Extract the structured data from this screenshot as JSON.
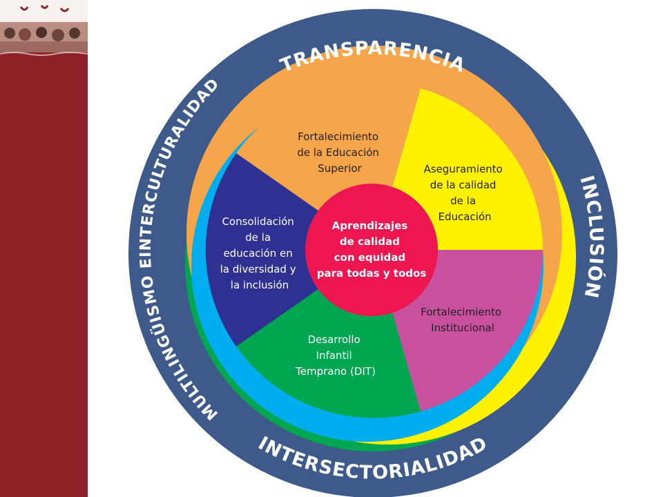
{
  "colors": {
    "sidebar": "#8e2127",
    "outer_ring": "#3e5a8b",
    "orange": "#f6a54a",
    "yellow": "#fff200",
    "cyan": "#00aeef",
    "green": "#00a650",
    "navy": "#2e3192",
    "magenta": "#c9509f",
    "core": "#ed1651"
  },
  "outer_ring": {
    "top": "TRANSPARENCIA",
    "right": "INCLUSIÓN",
    "bottom": "INTERSECTORIALIDAD",
    "left": "MULTILINGÜISMO EINTERCULTURALIDAD"
  },
  "segments": [
    {
      "id": "superior",
      "color": "orange",
      "lines": [
        "Fortalecimiento",
        "de la Educación",
        "Superior"
      ]
    },
    {
      "id": "calidad",
      "color": "yellow",
      "lines": [
        "Aseguramiento",
        "de la calidad",
        "de la",
        "Educación"
      ]
    },
    {
      "id": "institucional",
      "color": "magenta",
      "lines": [
        "Fortalecimiento",
        "Institucional"
      ]
    },
    {
      "id": "dit",
      "color": "green",
      "lines": [
        "Desarrollo",
        "Infantil",
        "Temprano (DIT)"
      ]
    },
    {
      "id": "diversidad",
      "color": "navy",
      "lines": [
        "Consolidación",
        "de la",
        "educación en",
        "la diversidad y",
        "la inclusión"
      ]
    }
  ],
  "core": {
    "lines": [
      "Aprendizajes",
      "de calidad",
      "con equidad",
      "para todas y todos"
    ]
  }
}
